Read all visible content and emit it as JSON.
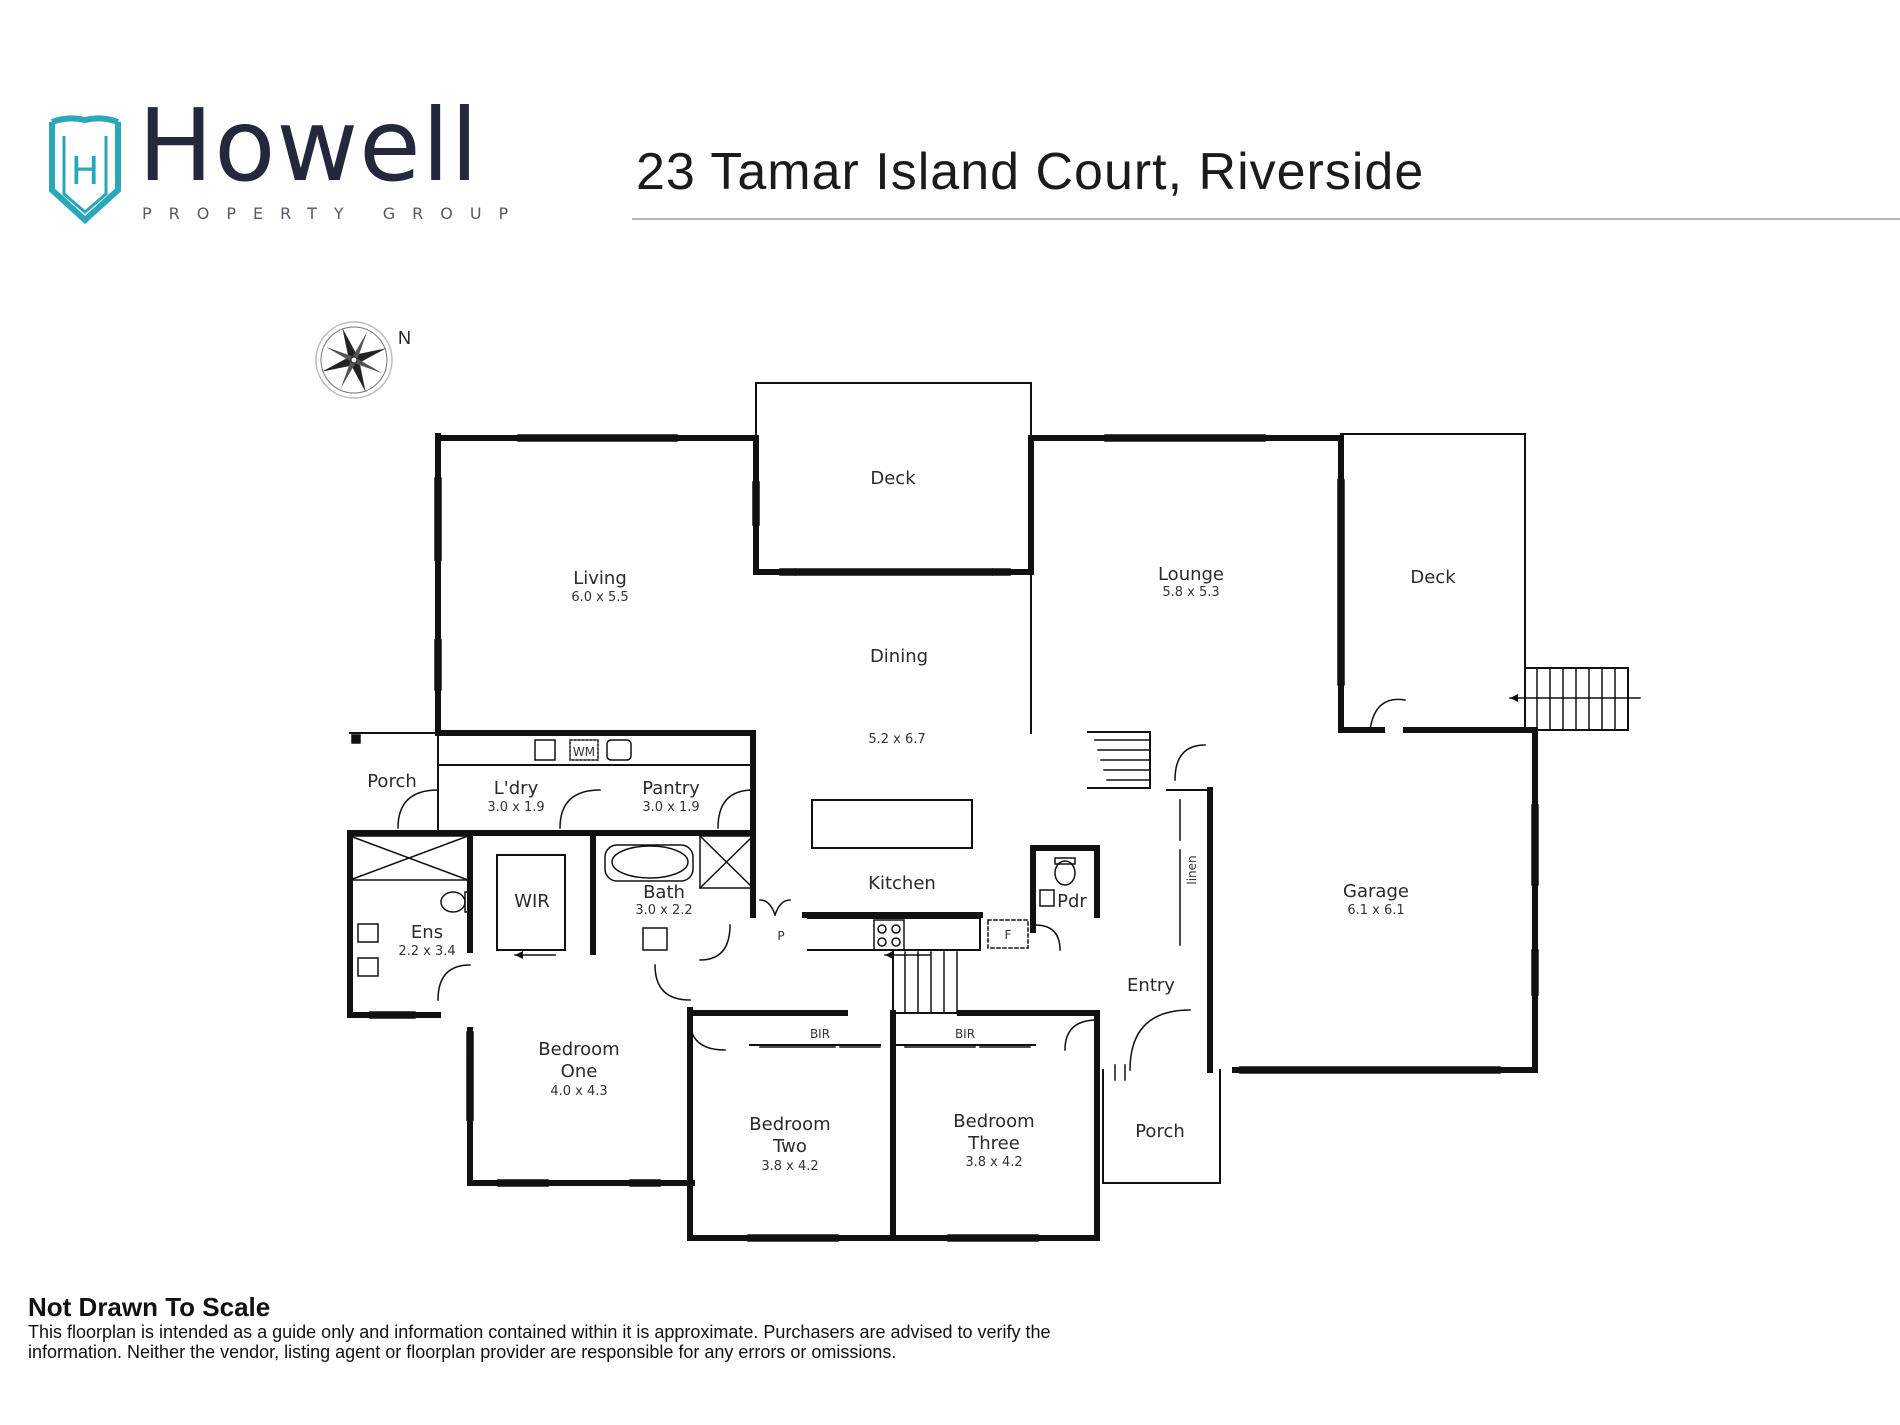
{
  "brand": {
    "name": "Howell",
    "tagline": "PROPERTY GROUP",
    "monogram": "H",
    "color": "#2aa7b8"
  },
  "address": "23 Tamar Island Court, Riverside",
  "compass_label": "N",
  "rooms": {
    "deck_top": "Deck",
    "living": "Living",
    "living_dim": "6.0 x 5.5",
    "lounge": "Lounge",
    "lounge_dim": "5.8 x 5.3",
    "deck_right": "Deck",
    "dining": "Dining",
    "dining_dim": "5.2 x 6.7",
    "porch_left": "Porch",
    "ldry": "L'dry",
    "ldry_dim": "3.0 x 1.9",
    "wm": "WM",
    "pantry": "Pantry",
    "pantry_dim": "3.0 x 1.9",
    "wir": "WIR",
    "bath": "Bath",
    "bath_dim": "3.0 x 2.2",
    "kitchen": "Kitchen",
    "pdr": "Pdr",
    "linen": "linen",
    "garage": "Garage",
    "garage_dim": "6.1 x 6.1",
    "ens": "Ens",
    "ens_dim": "2.2 x 3.4",
    "p_label": "P",
    "f_label": "F",
    "entry": "Entry",
    "bir_1": "BIR",
    "bir_2": "BIR",
    "bed1_a": "Bedroom",
    "bed1_b": "One",
    "bed1_dim": "4.0 x 4.3",
    "bed2_a": "Bedroom",
    "bed2_b": "Two",
    "bed2_dim": "3.8 x 4.2",
    "bed3_a": "Bedroom",
    "bed3_b": "Three",
    "bed3_dim": "3.8 x 4.2",
    "porch_bottom": "Porch"
  },
  "disclaimer": {
    "title": "Not Drawn To Scale",
    "text": "This floorplan is intended as a guide only and information contained within it is approximate. Purchasers are advised to verify the information. Neither the vendor, listing agent or floorplan provider are responsible for any errors or omissions."
  }
}
